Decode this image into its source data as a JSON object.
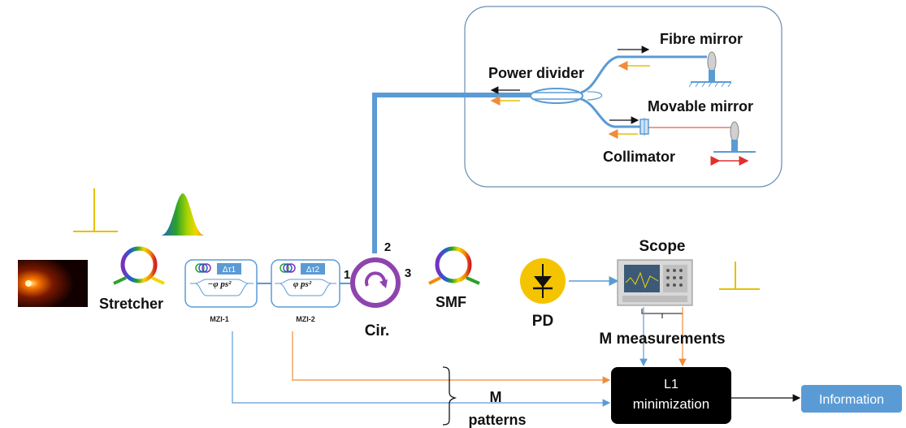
{
  "labels": {
    "fibre_mirror": "Fibre mirror",
    "power_divider": "Power divider",
    "movable_mirror": "Movable mirror",
    "collimator": "Collimator",
    "stretcher": "Stretcher",
    "mzi1": "MZI-1",
    "mzi2": "MZI-2",
    "mzi1_delay": "Δτ1",
    "mzi2_delay": "Δτ2",
    "mzi1_dispersion": "−φ ps²",
    "mzi2_dispersion": "φ ps²",
    "circulator": "Cir.",
    "port1": "1",
    "port2": "2",
    "port3": "3",
    "smf": "SMF",
    "pd": "PD",
    "scope": "Scope",
    "m_measurements": "M measurements",
    "l1_line1": "L1",
    "l1_line2": "minimization",
    "information": "Information",
    "m": "M",
    "patterns": "patterns"
  },
  "colors": {
    "fiber_blue": "#5b9bd5",
    "l1_box": "#000000",
    "information_box": "#5b9bd5",
    "circulator": "#8e44ad",
    "pd": "#f5c400",
    "pulse_yellow": "#e6c000",
    "orange_line": "#f08c3c",
    "red_path": "#e03030"
  },
  "icons": {
    "laser": "laser-source-icon",
    "fiber_coil": "fiber-coil-icon",
    "circulator": "circulator-arrow-icon",
    "photodiode": "diode-symbol-icon",
    "oscilloscope": "oscilloscope-icon"
  }
}
